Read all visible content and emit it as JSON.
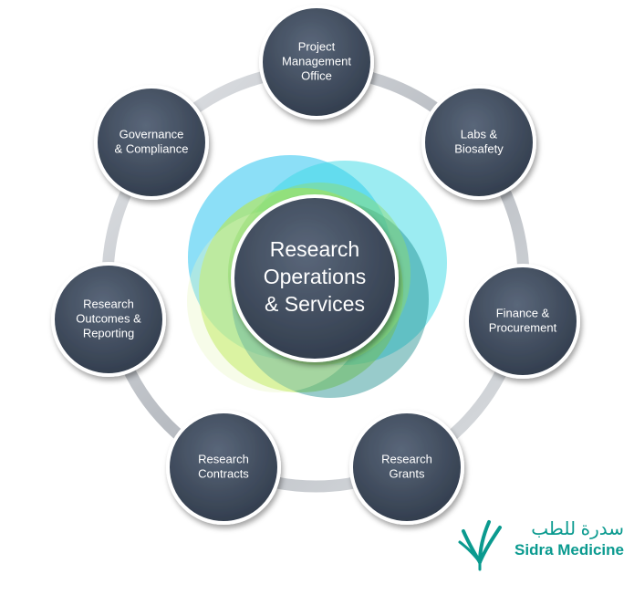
{
  "diagram": {
    "center": {
      "lines": [
        "Research",
        "Operations",
        "& Services"
      ]
    },
    "nodes": [
      {
        "id": "project-management-office",
        "lines": [
          "Project",
          "Management",
          "Office"
        ]
      },
      {
        "id": "labs-biosafety",
        "lines": [
          "Labs &",
          "Biosafety"
        ]
      },
      {
        "id": "finance-procurement",
        "lines": [
          "Finance &",
          "Procurement"
        ]
      },
      {
        "id": "research-grants",
        "lines": [
          "Research",
          "Grants"
        ]
      },
      {
        "id": "research-contracts",
        "lines": [
          "Research",
          "Contracts"
        ]
      },
      {
        "id": "research-outcomes-reporting",
        "lines": [
          "Research",
          "Outcomes &",
          "Reporting"
        ]
      },
      {
        "id": "governance-compliance",
        "lines": [
          "Governance",
          "& Compliance"
        ]
      }
    ]
  },
  "logo": {
    "arabic_text": "سدرة للطب",
    "english_text": "Sidra Medicine"
  },
  "colors": {
    "node_fill": "#3d4a5c",
    "node_border": "#ffffff",
    "ring": "#c9ccd1",
    "logo_teal": "#0a9a8f"
  }
}
